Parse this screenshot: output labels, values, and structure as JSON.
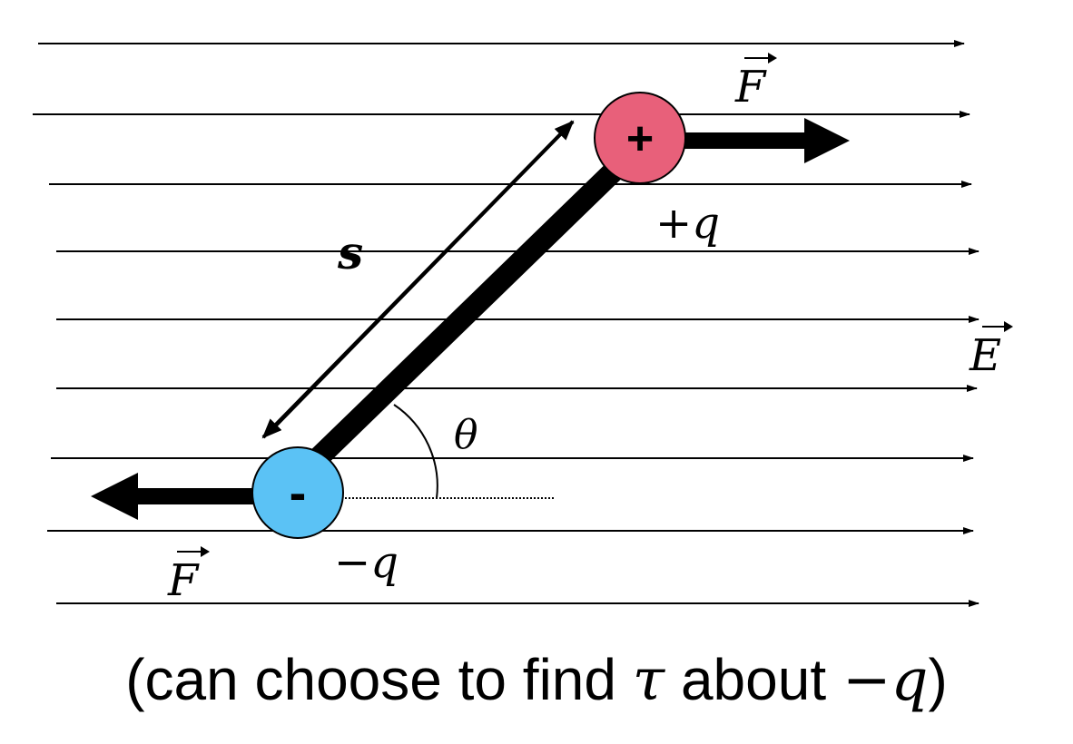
{
  "labels": {
    "force_top": "F",
    "force_bottom": "F",
    "field": "E",
    "separation": "s",
    "angle": "θ",
    "positive_charge_label": "+q",
    "negative_charge_label": "−q",
    "positive_sign": "+",
    "negative_sign": "-"
  },
  "caption": {
    "open": "(can choose to find ",
    "tau": "τ",
    "middle": " about ",
    "neg_q": "−q",
    "close": ")"
  },
  "colors": {
    "positive_charge": "#e8607a",
    "negative_charge": "#5bc2f5",
    "lines": "#000000"
  }
}
